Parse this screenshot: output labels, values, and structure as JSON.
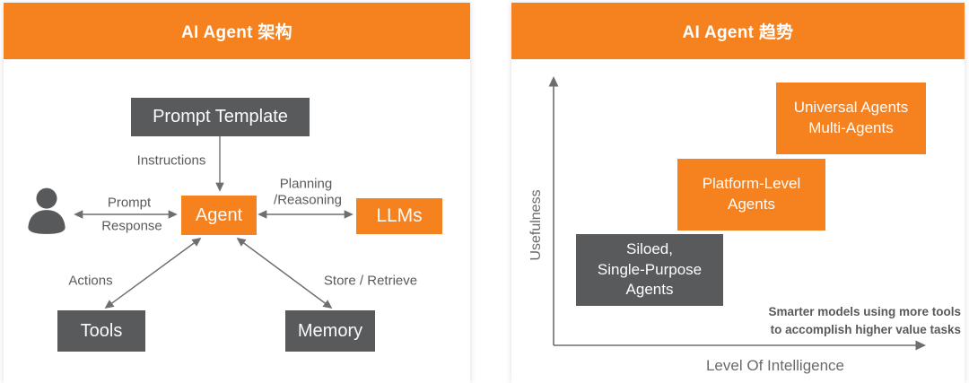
{
  "colors": {
    "orange": "#F5821F",
    "box_gray": "#595A5C",
    "label_gray": "#5A5A5A",
    "arrow_gray": "#6E6E6E"
  },
  "left_panel": {
    "title": "AI Agent 架构",
    "nodes": {
      "prompt_template": "Prompt Template",
      "agent": "Agent",
      "llms": "LLMs",
      "tools": "Tools",
      "memory": "Memory"
    },
    "edge_labels": {
      "instructions": "Instructions",
      "prompt": "Prompt",
      "response": "Response",
      "planning": "Planning",
      "reasoning": "/Reasoning",
      "actions": "Actions",
      "store_retrieve": "Store / Retrieve"
    },
    "icons": {
      "user": "person-icon"
    }
  },
  "right_panel": {
    "title": "AI Agent 趋势",
    "axes": {
      "y": "Usefulness",
      "x": "Level Of Intelligence"
    },
    "stages": [
      {
        "label": "Siloed,\nSingle-Purpose\nAgents",
        "color": "#595A5C"
      },
      {
        "label": "Platform-Level\nAgents",
        "color": "#F5821F"
      },
      {
        "label": "Universal Agents\nMulti-Agents",
        "color": "#F5821F"
      }
    ],
    "annotation": "Smarter models using more tools\nto accomplish higher value tasks"
  }
}
